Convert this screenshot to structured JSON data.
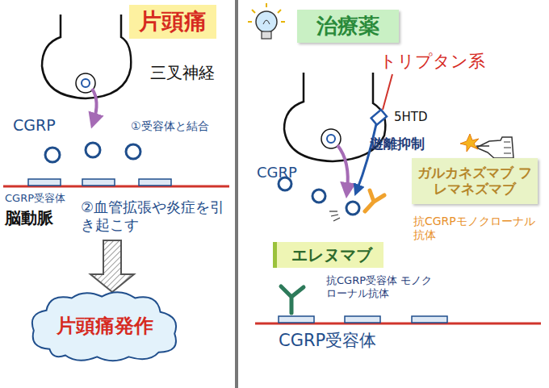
{
  "diagram": {
    "nodes": [
      {
        "text": [
          "片頭痛"
        ]
      },
      {
        "text": [
          "片頭痛発作"
        ]
      },
      {
        "text": [
          "治療薬"
        ]
      },
      {
        "text": [
          "ガルカネズマブ フレマネズマブ"
        ]
      },
      {
        "text": [
          "エレヌマブ"
        ]
      }
    ],
    "labels": [
      "三叉神経",
      "CGRP",
      "①受容体と結合",
      "CGRP受容体",
      "脳動脈",
      "②血管拡張や炎症を引き起こす",
      "トリプタン系",
      "5HTD",
      "遊離抑制",
      "CGRP",
      "抗CGRPモノクローナル抗体",
      "抗CGRP受容体 モノクローナル抗体",
      "CGRP受容体"
    ]
  }
}
